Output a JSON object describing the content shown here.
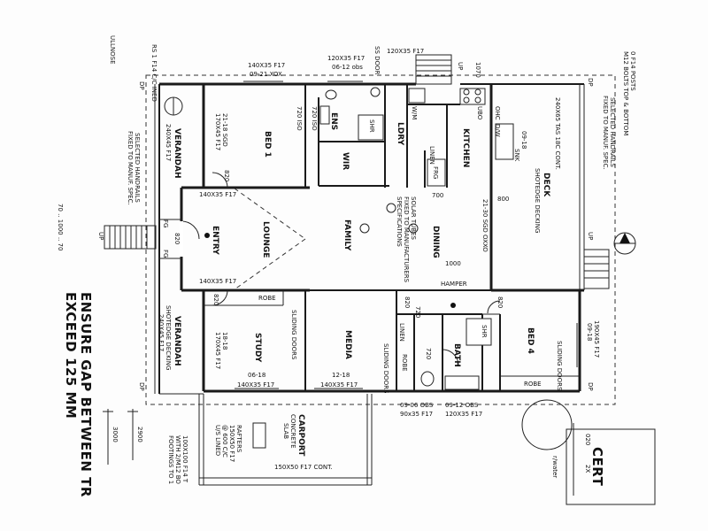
{
  "rooms": {
    "bed1": "BED 1",
    "ens": "ENS",
    "wir": "WIR",
    "ldry": "LDRY",
    "kitchen": "KITCHEN",
    "lounge": "LOUNGE",
    "entry": "ENTRY",
    "family": "FAMILY",
    "dining": "DINING",
    "deck": "DECK",
    "verandah_top": "VERANDAH",
    "verandah_bottom": "VERANDAH",
    "study": "STUDY",
    "media": "MEDIA",
    "bath": "BATH",
    "bed4": "BED 4",
    "carport": "CARPORT",
    "linen_top": "LINEN",
    "linen_bottom": "LINEN",
    "robe_study": "ROBE",
    "robe_media": "ROBE",
    "robe_bed4": "ROBE",
    "shr_ens": "SHR",
    "shr_bath": "SHR",
    "wm": "W/M",
    "frg": "FRG",
    "hamper": "HAMPER"
  },
  "labels": {
    "beam_bed1": "140X35 F17",
    "beam_bed1b": "09-21 XOX",
    "beam_ens": "120X35 F17",
    "beam_ens_b": "06-12 obs",
    "beam_ss": "120X35 F17",
    "ss_door": "SS DOOR",
    "dim_1070": "1070",
    "lintel_entry_top": "140X35 F17",
    "lintel_entry_bot": "140X35 F17",
    "lintel_study": "140X35 F17",
    "lintel_media": "140X35 F17",
    "bath_w1": "09-06 OBS",
    "bath_w1b": "90x35 F17",
    "bath_w2": "09-12 OBS",
    "bath_w2b": "120X35 F17",
    "bed4_win": "190X45 F17",
    "bed4_win_b": "09-18",
    "kitchen_win": "09-18",
    "dining_door": "21-30 SGD OXXO",
    "ldry_sink": "SNK",
    "ldry_ohc": "OHC",
    "ldry_dw": "D/W",
    "ldry_ubo": "UBO",
    "family_solar": "SOLAR TUBES",
    "family_solar_b": "FIXED TO MANUFACTURERS",
    "family_solar_c": "SPECIFICATIONS",
    "bed1_door": "21-18 SGD",
    "bed1_door_b": "170X45 F17",
    "wir_door": "720 ISO",
    "wir_door_b": "720 ISO",
    "dim_820_bed1": "820",
    "dim_820_entry": "820",
    "dim_820_lounge": "820",
    "dim_820_hall": "820",
    "dim_820_bed4": "820",
    "dim_720_linen": "720",
    "dim_720_bath": "720",
    "dim_700": "700",
    "dim_800": "800",
    "dim_1000": "1000",
    "study_win": "06-18",
    "study_door": "18-18",
    "study_door_b": "170X45 F17",
    "media_win": "12-18",
    "sliding_doors_study": "SLIDING DOORS",
    "sliding_doors_media": "SLIDING DOORS",
    "sliding_doors_bed4": "SLIDING DOORS",
    "verandah_top_b": "240X45 F17",
    "verandah_bottom_b": "SHOTEDGE DECKING",
    "verandah_bottom_c": "240X45 F17",
    "deck_a": "240X65 TAS 18C CONT.",
    "deck_b": "SHOTEDGE DECKING",
    "handrails_l": "SELECTED HANDRAILS",
    "handrails_l2": "FIXED TO MANUF. SPEC.",
    "handrails_r": "SELECTED HANDRAILS",
    "handrails_r2": "FIXED TO MANUF. SPEC.",
    "posts_r": "0 F14 POSTS",
    "posts_r2": "M12 BOLTS TOP & BOTTOM",
    "stair_dim": "70 .. 1000 .. 70",
    "stair_up_left": "UP",
    "stair_up_top": "UP",
    "stair_up_right": "UP",
    "fg_left": "FG",
    "fg_left2": "FG",
    "dp_marks": "DP",
    "carport_a": "CONCRETE",
    "carport_b": "SLAB",
    "carport_beam": "150X50 F17 CONT.",
    "rafters_a": "RAFTERS",
    "rafters_b": "150X50 F17",
    "rafters_c": "@ 600 C/C",
    "rafters_d": "U/S LINED",
    "post_a": "100X100 F14 T",
    "post_b": "WITH 2/M12 BO",
    "post_c": "FOOTINGS TO 1",
    "dim_3000": "3000",
    "dim_2900": "2900",
    "water": "r/water",
    "cert": "CERT",
    "left_note": "RS 1 F14 C/C INED",
    "ullnose": "ULLNOSE",
    "notice_1": "ENSURE GAP BETWEEN TR",
    "notice_2": "EXCEED 125 MM",
    "dim_020": "020",
    "dim_2x": "2X"
  }
}
